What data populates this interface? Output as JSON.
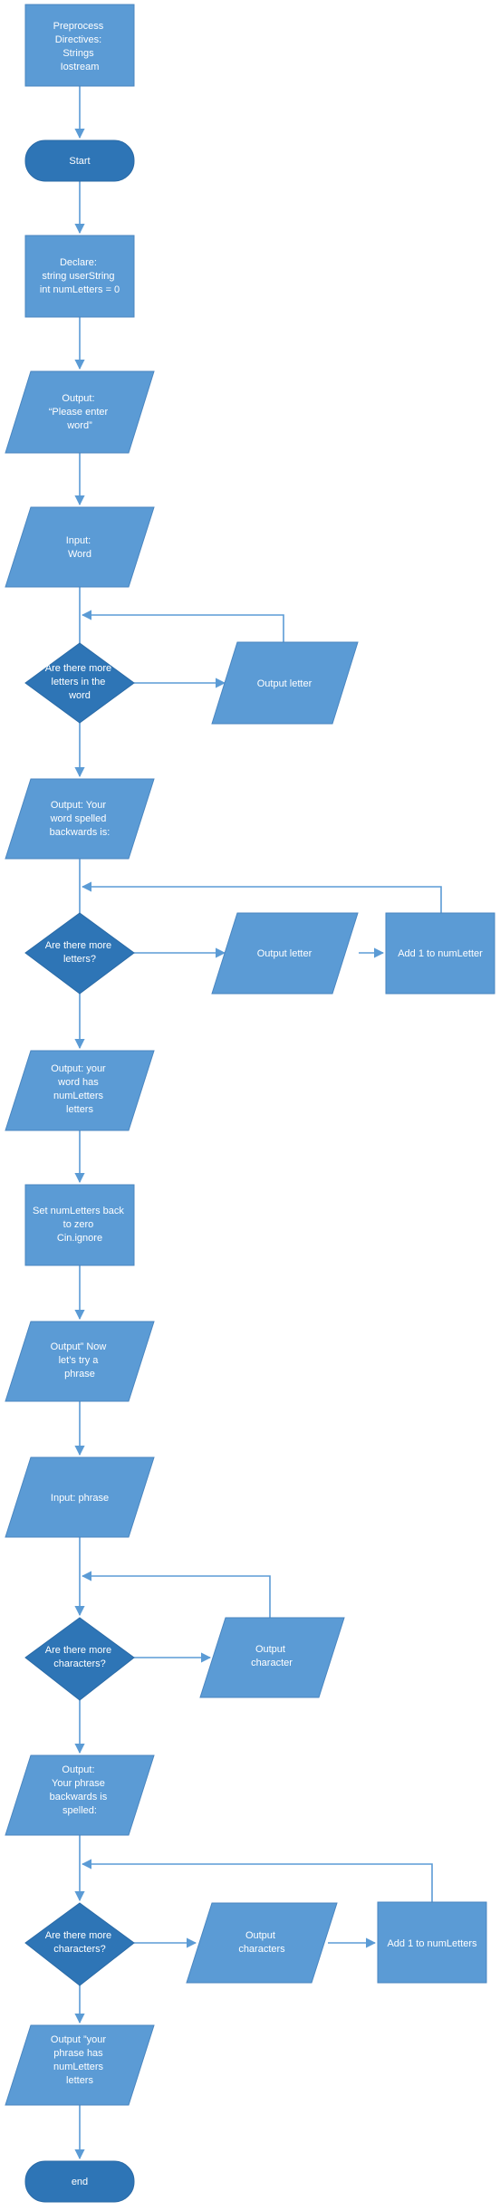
{
  "nodes": {
    "preprocess": [
      "Preprocess",
      "Directives:",
      "Strings",
      "Iostream"
    ],
    "start": [
      "Start"
    ],
    "declare": [
      "Declare:",
      "string userString",
      "int numLetters = 0"
    ],
    "prompt_word": [
      "Output:",
      "“Please enter",
      "word”"
    ],
    "input_word": [
      "Input:",
      "Word"
    ],
    "decision_letters_word": [
      "Are there more",
      "letters in the",
      "word"
    ],
    "output_letter_1": [
      "Output letter"
    ],
    "output_spelled_backwards": [
      "Output: Your",
      "word spelled",
      "backwards is:"
    ],
    "decision_more_letters": [
      "Are there more",
      "letters?"
    ],
    "output_letter_2": [
      "Output letter"
    ],
    "add_one_1": [
      "Add 1 to numLetter"
    ],
    "output_word_count": [
      "Output: your",
      "word has",
      "numLetters",
      "letters"
    ],
    "reset_counter": [
      "Set numLetters back",
      "to zero",
      "Cin.ignore"
    ],
    "prompt_phrase": [
      "Output” Now",
      "let’s try a",
      "phrase"
    ],
    "input_phrase": [
      "Input: phrase"
    ],
    "decision_chars_1": [
      "Are there more",
      "characters?"
    ],
    "output_character": [
      "Output",
      "character"
    ],
    "output_phrase_backwards": [
      "Output:",
      "Your phrase",
      "backwards is",
      "spelled:"
    ],
    "decision_chars_2": [
      "Are there more",
      "characters?"
    ],
    "output_characters": [
      "Output",
      "characters"
    ],
    "add_one_2": [
      "Add 1 to numLetters"
    ],
    "output_phrase_count": [
      "Output ”your",
      "phrase has",
      "numLetters",
      "letters"
    ],
    "end": [
      "end"
    ]
  },
  "colors": {
    "shape_fill": "#5b9bd5",
    "decision_fill": "#2e75b6",
    "connector": "#5b9bd5",
    "text": "#ffffff"
  }
}
